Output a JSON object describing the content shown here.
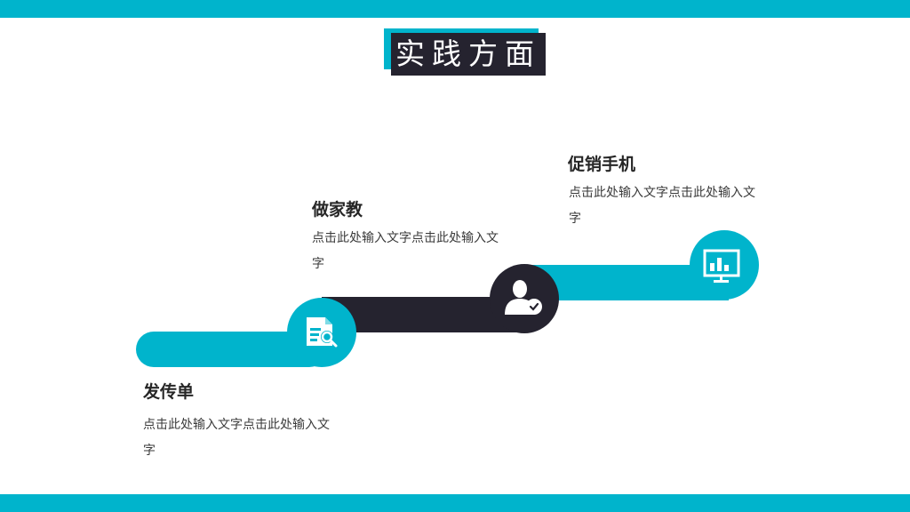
{
  "page": {
    "title": "实践方面",
    "accent_color": "#00b4cc",
    "dark_color": "#25232f"
  },
  "steps": [
    {
      "icon": "document-search-icon",
      "title": "发传单",
      "desc": "点击此处输入文字点击此处输入文字"
    },
    {
      "icon": "user-check-icon",
      "title": "做家教",
      "desc": "点击此处输入文字点击此处输入文字"
    },
    {
      "icon": "presentation-chart-icon",
      "title": "促销手机",
      "desc": "点击此处输入文字点击此处输入文字"
    }
  ]
}
